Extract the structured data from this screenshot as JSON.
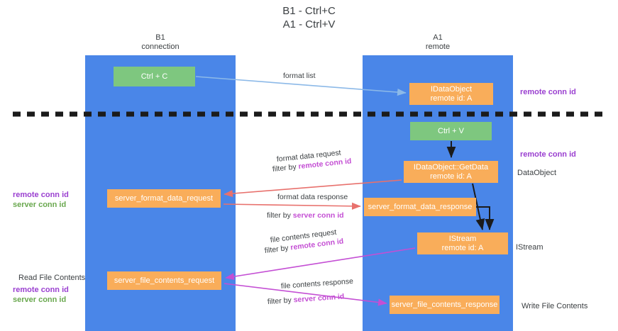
{
  "title": {
    "line1": "B1 - Ctrl+C",
    "line2": "A1 - Ctrl+V"
  },
  "lanes": [
    {
      "id": "b1",
      "name": "B1",
      "role": "connection",
      "color": "#4a86e8"
    },
    {
      "id": "a1",
      "name": "A1",
      "role": "remote",
      "color": "#4a86e8"
    }
  ],
  "boxes": {
    "ctrl_c": {
      "label": "Ctrl + C",
      "color": "#7ec77f"
    },
    "idataobject": {
      "line1": "IDataObject",
      "line2": "remote id: A",
      "color": "#f9ad5a"
    },
    "ctrl_v": {
      "label": "Ctrl + V",
      "color": "#7ec77f"
    },
    "getdata": {
      "line1": "IDataObject::GetData",
      "line2": "remote id: A",
      "color": "#f9ad5a"
    },
    "server_format_data_request": {
      "label": "server_format_data_request",
      "color": "#f9ad5a"
    },
    "server_format_data_response": {
      "label": "server_format_data_response",
      "color": "#f9ad5a"
    },
    "istream": {
      "line1": "IStream",
      "line2": "remote id: A",
      "color": "#f9ad5a"
    },
    "server_file_contents_request": {
      "label": "server_file_contents_request",
      "color": "#f9ad5a"
    },
    "server_file_contents_response": {
      "label": "server_file_contents_response",
      "color": "#f9ad5a"
    }
  },
  "annotations": {
    "remote_conn_id": "remote conn id",
    "server_conn_id": "server conn id",
    "dataobject": "DataObject",
    "istream": "IStream",
    "read_file_contents": "Read File Contents",
    "write_file_contents": "Write File Contents"
  },
  "captions": {
    "format_list": "format list",
    "format_data_request": "format data request",
    "filter_by_prefix": "filter by ",
    "format_data_response": "format data response",
    "file_contents_request": "file contents request",
    "file_contents_response": "file contents response"
  },
  "colors": {
    "lane": "#4a86e8",
    "green_box": "#7ec77f",
    "orange_box": "#f9ad5a",
    "remote_id_text": "#9a3fd0",
    "server_id_text": "#6aa84f",
    "arrow_blue": "#8cb9e8",
    "arrow_red": "#e8716d",
    "arrow_magenta": "#c44fd4",
    "arrow_black": "#1b1b1b",
    "divider": "#1b1b1b"
  }
}
